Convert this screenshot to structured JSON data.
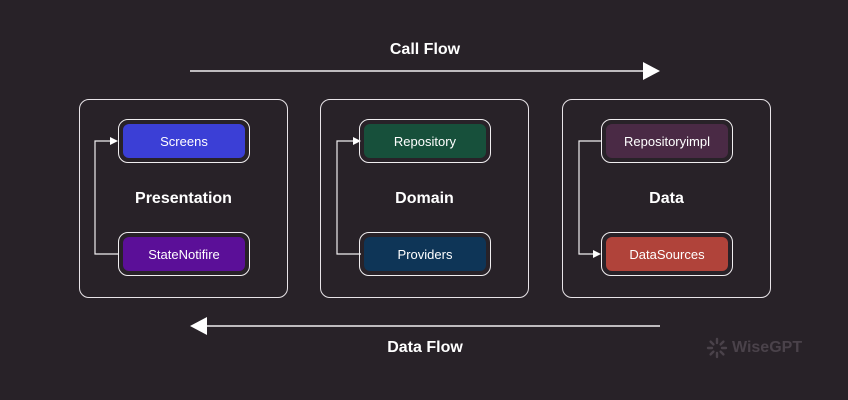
{
  "call_flow": {
    "label": "Call Flow"
  },
  "data_flow": {
    "label": "Data Flow"
  },
  "layers": {
    "presentation": {
      "title": "Presentation",
      "top_node": {
        "label": "Screens",
        "color": "#3b3fd6"
      },
      "bottom_node": {
        "label": "StateNotifire",
        "color": "#5b0f98"
      }
    },
    "domain": {
      "title": "Domain",
      "top_node": {
        "label": "Repository",
        "color": "#17503b"
      },
      "bottom_node": {
        "label": "Providers",
        "color": "#0e3557"
      }
    },
    "data": {
      "title": "Data",
      "top_node": {
        "label": "Repositoryimpl",
        "color": "#4a2a45"
      },
      "bottom_node": {
        "label": "DataSources",
        "color": "#b0433a"
      }
    }
  },
  "colors": {
    "background": "#282228",
    "line": "#f0eef0"
  },
  "watermark": {
    "text": "WiseGPT",
    "icon": "wisegpt-logo-icon"
  }
}
